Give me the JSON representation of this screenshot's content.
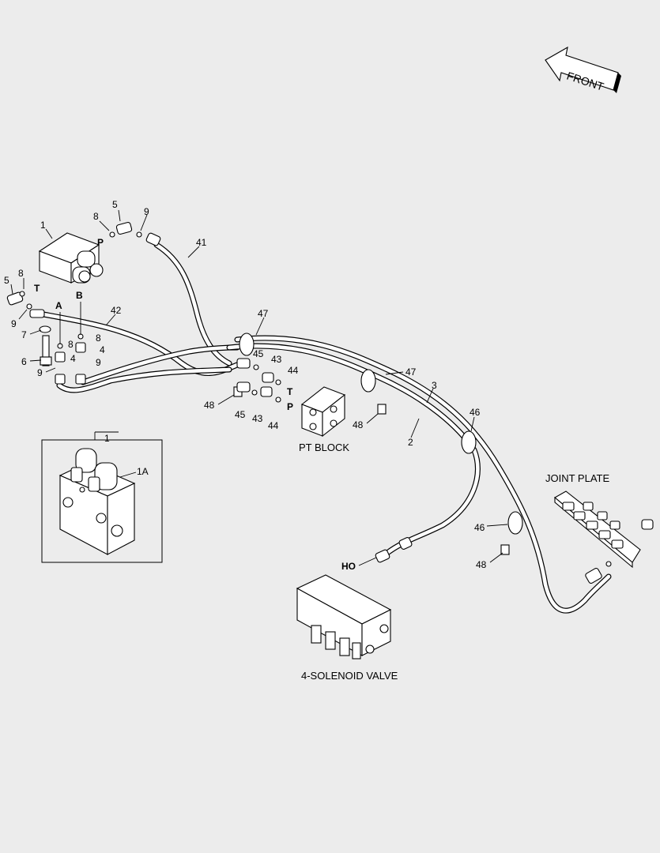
{
  "front_arrow": {
    "label": "FRONT"
  },
  "captions": {
    "pt_block": "PT BLOCK",
    "joint_plate": "JOINT PLATE",
    "solenoid_valve": "4-SOLENOID VALVE"
  },
  "ports": {
    "p_top": "P",
    "t_left": "T",
    "a": "A",
    "b": "B",
    "t_pt": "T",
    "p_pt": "P",
    "ho": "HO"
  },
  "inset": {
    "title": "1",
    "callout": "1A"
  },
  "callouts": {
    "c1": "1",
    "c8a": "8",
    "c5a": "5",
    "c9a": "9",
    "c41": "41",
    "c5b": "5",
    "c8b": "8",
    "c9b": "9",
    "c42": "42",
    "c7": "7",
    "c8c": "8",
    "c8d": "8",
    "c4a": "4",
    "c4b": "4",
    "c6": "6",
    "c9c": "9",
    "c9d": "9",
    "c47a": "47",
    "c47b": "47",
    "c45a": "45",
    "c43a": "43",
    "c44a": "44",
    "c48a": "48",
    "c45b": "45",
    "c43b": "43",
    "c44b": "44",
    "c3": "3",
    "c2": "2",
    "c46a": "46",
    "c48b": "48",
    "c46b": "46",
    "c48c": "48"
  }
}
